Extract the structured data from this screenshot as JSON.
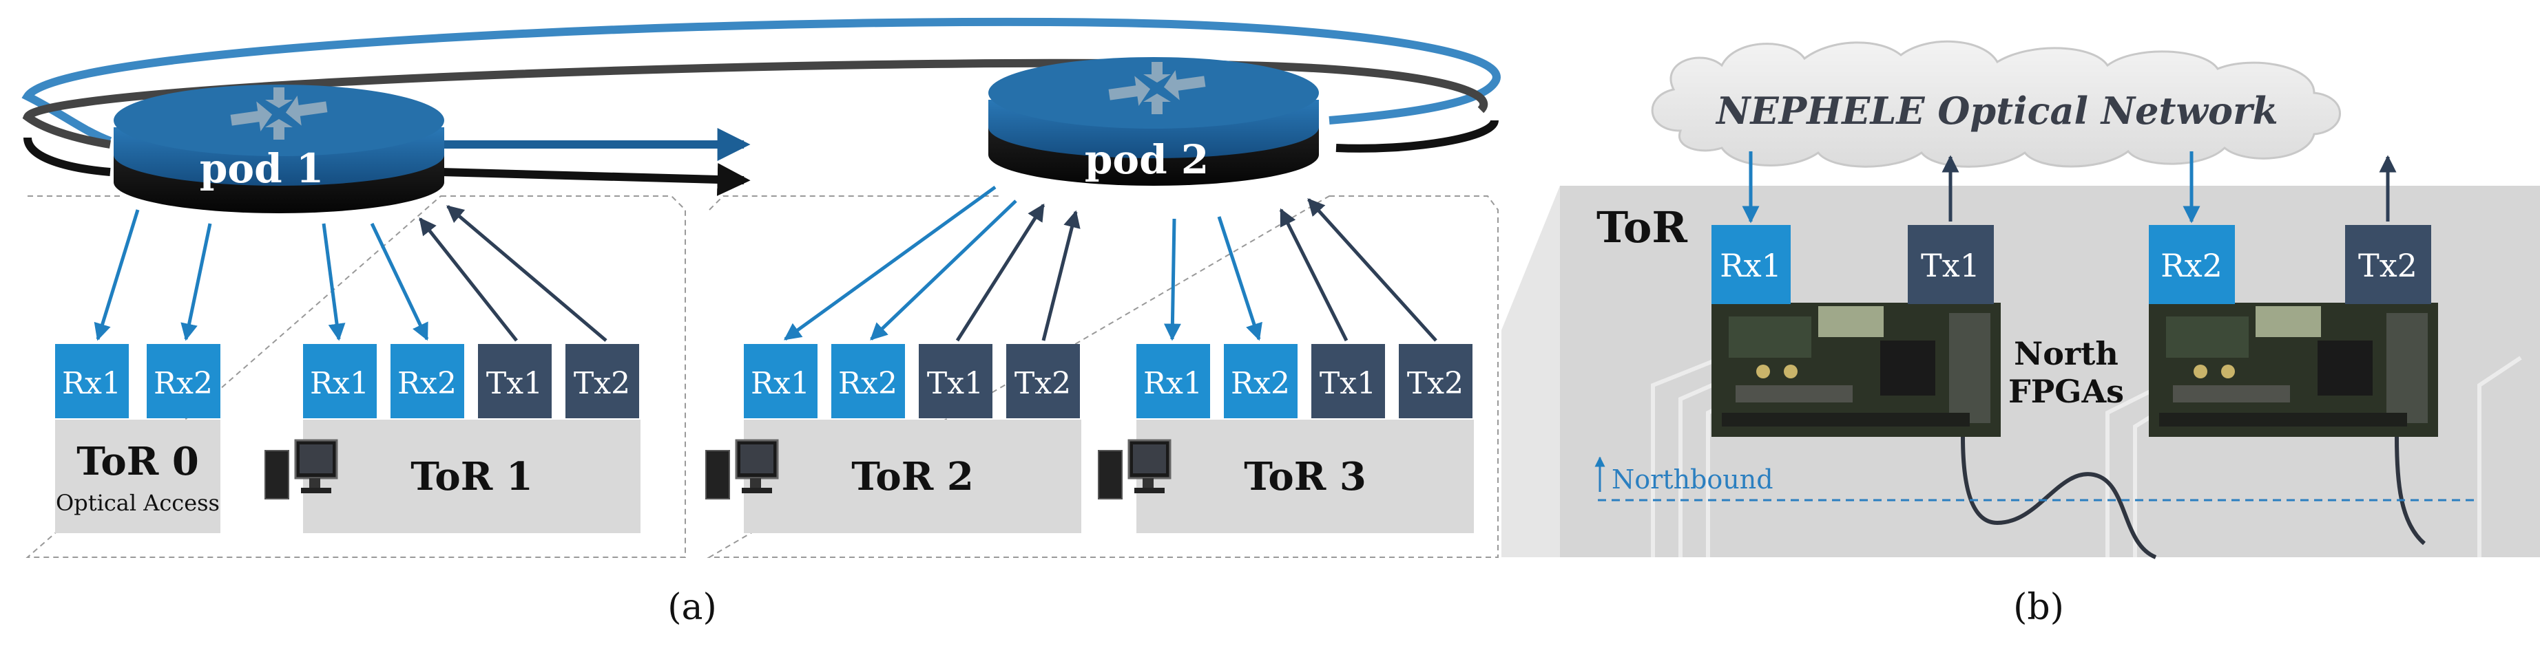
{
  "panel_a": {
    "caption": "(a)",
    "pods": [
      {
        "label": "pod 1"
      },
      {
        "label": "pod 2"
      }
    ],
    "tors": [
      {
        "name": "ToR 0",
        "sublabel": "Optical Access",
        "ports": [
          "Rx1",
          "Rx2"
        ]
      },
      {
        "name": "ToR 1",
        "ports": [
          "Rx1",
          "Rx2",
          "Tx1",
          "Tx2"
        ]
      },
      {
        "name": "ToR 2",
        "ports": [
          "Rx1",
          "Rx2",
          "Tx1",
          "Tx2"
        ]
      },
      {
        "name": "ToR 3",
        "ports": [
          "Rx1",
          "Rx2",
          "Tx1",
          "Tx2"
        ]
      }
    ]
  },
  "panel_b": {
    "caption": "(b)",
    "cloud_label": "NEPHELE Optical Network",
    "tor_label": "ToR",
    "ports": [
      "Rx1",
      "Tx1",
      "Rx2",
      "Tx2"
    ],
    "fpga_label_line1": "North",
    "fpga_label_line2": "FPGAs",
    "northbound_label": "Northbound"
  },
  "colors": {
    "rx_port": "#1f8fd1",
    "tx_port": "#3a4d66",
    "pod_top": "#1c5f96",
    "pod_base": "#141414",
    "arrow_rx": "#1f7fc0",
    "arrow_tx": "#2e3f56",
    "tor_box": "#d9d9d9",
    "panel_b_bg": "#d6d6d6"
  }
}
